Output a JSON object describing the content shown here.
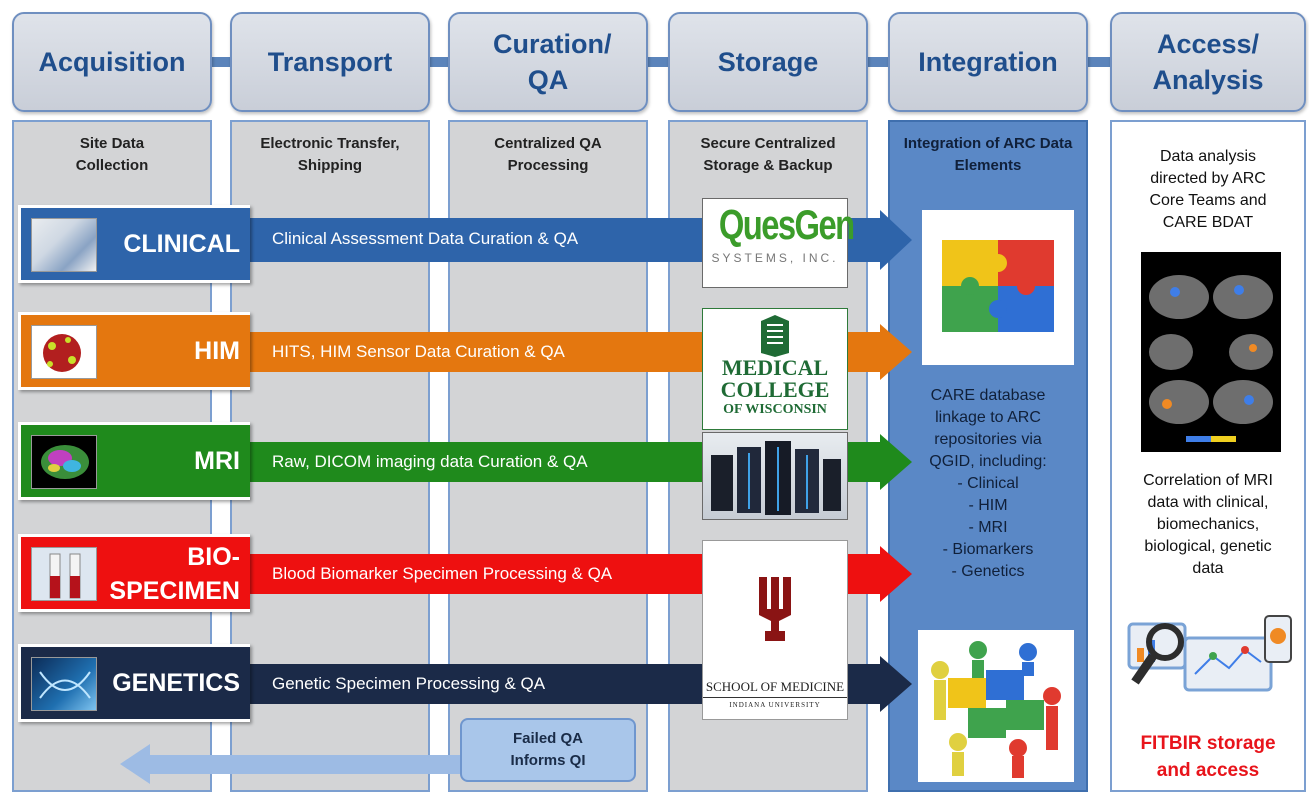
{
  "stages": [
    {
      "label": "Acquisition"
    },
    {
      "label": "Transport"
    },
    {
      "label": "Curation/ QA"
    },
    {
      "label": "Storage"
    },
    {
      "label": "Integration"
    },
    {
      "label": "Access/ Analysis"
    }
  ],
  "columns": [
    {
      "header": "Site Data Collection"
    },
    {
      "header": "Electronic Transfer, Shipping"
    },
    {
      "header": "Centralized QA Processing"
    },
    {
      "header": "Secure Centralized Storage & Backup"
    },
    {
      "header": "Integration of ARC Data Elements"
    }
  ],
  "rows": [
    {
      "label": "CLINICAL",
      "text": "Clinical Assessment Data Curation & QA",
      "color": "#2e64aa"
    },
    {
      "label": "HIM",
      "text": "HITS, HIM Sensor Data Curation & QA",
      "color": "#e4770f"
    },
    {
      "label": "MRI",
      "text": "Raw, DICOM imaging data Curation & QA",
      "color": "#1f8a1c"
    },
    {
      "label_line1": "BIO-",
      "label_line2": "SPECIMEN",
      "text": "Blood Biomarker Specimen Processing & QA",
      "color": "#ee1010"
    },
    {
      "label": "GENETICS",
      "text": "Genetic Specimen Processing & QA",
      "color": "#1b2a48"
    }
  ],
  "logos": {
    "quesgen_main": "QuesGen",
    "quesgen_sub": "SYSTEMS, INC.",
    "mcw_line1": "MEDICAL",
    "mcw_line2": "COLLEGE",
    "mcw_line3": "OF WISCONSIN",
    "iu_line1": "SCHOOL OF MEDICINE",
    "iu_line2": "INDIANA UNIVERSITY"
  },
  "integration": {
    "lines": [
      "CARE database",
      "linkage to ARC",
      "repositories via",
      "QGID, including:",
      "-   Clinical",
      "-   HIM",
      "- MRI",
      "- Biomarkers",
      "- Genetics"
    ]
  },
  "analysis": {
    "intro": [
      "Data analysis",
      "directed by ARC",
      "Core Teams and",
      "CARE BDAT"
    ],
    "correlation": [
      "Correlation of MRI",
      "data with clinical,",
      "biomechanics,",
      "biological, genetic",
      "data"
    ],
    "fitbir": [
      "FITBIR storage",
      "and access"
    ]
  },
  "feedback": {
    "line1": "Failed QA",
    "line2": "Informs QI"
  },
  "colors": {
    "stage_text": "#1f4e8c",
    "integration_panel": "#5a88c6",
    "fitbir": "#e8141b"
  }
}
